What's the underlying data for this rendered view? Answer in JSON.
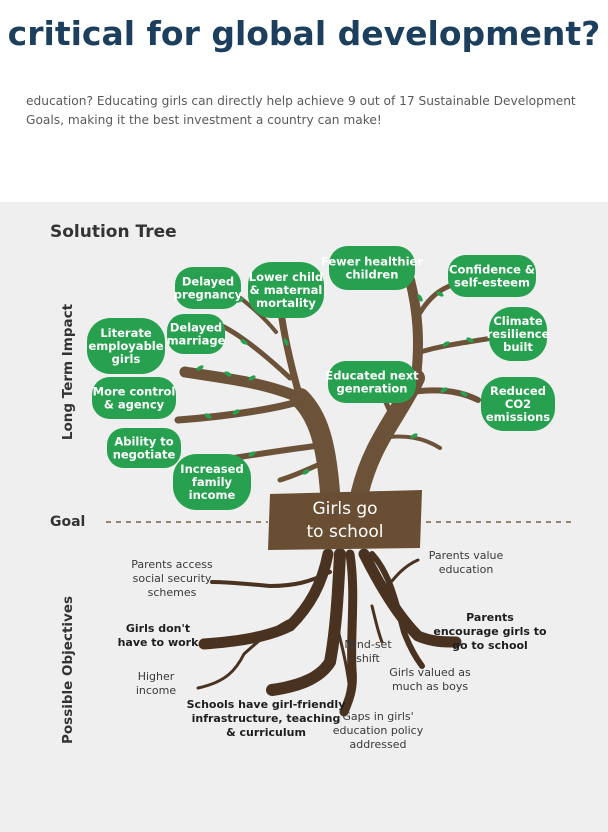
{
  "headline": "critical for global development?",
  "intro": "education? Educating girls can directly help achieve 9 out of 17 Sustainable Development Goals, making it the best investment a country can make!",
  "diagram": {
    "title": "Solution Tree",
    "side_labels": {
      "impact": "Long Term Impact",
      "goal": "Goal",
      "objectives": "Possible Objectives"
    },
    "goal_text": [
      "Girls go",
      "to school"
    ],
    "impacts": [
      [
        "Delayed",
        "pregnancy"
      ],
      [
        "Lower child",
        "& maternal",
        "mortality"
      ],
      [
        "Fewer healthier",
        "children"
      ],
      [
        "Confidence &",
        "self-esteem"
      ],
      [
        "Literate",
        "employable",
        "girls"
      ],
      [
        "Delayed",
        "marriage"
      ],
      [
        "Climate",
        "resilience",
        "built"
      ],
      [
        "Educated next",
        "generation"
      ],
      [
        "More control",
        "& agency"
      ],
      [
        "Reduced",
        "CO2",
        "emissions"
      ],
      [
        "Ability to",
        "negotiate"
      ],
      [
        "Increased",
        "family",
        "income"
      ]
    ],
    "objectives": [
      [
        "Parents access",
        "social security",
        "schemes"
      ],
      [
        "Parents value",
        "education"
      ],
      [
        "Girls don't",
        "have to work"
      ],
      [
        "Parents",
        "encourage girls to",
        "go to school"
      ],
      [
        "Mind-set",
        "shift"
      ],
      [
        "Girls valued as",
        "much as boys"
      ],
      [
        "Higher",
        "income"
      ],
      [
        "Schools have girl-friendly",
        "infrastructure, teaching",
        "& curriculum"
      ],
      [
        "Gaps in girls'",
        "education policy",
        "addressed"
      ]
    ]
  },
  "colors": {
    "bubble": "#27a14f",
    "trunk": "#6b5238",
    "root": "#4a3221",
    "goal_box": "#6a4e33",
    "headline": "#1d3f5e"
  }
}
